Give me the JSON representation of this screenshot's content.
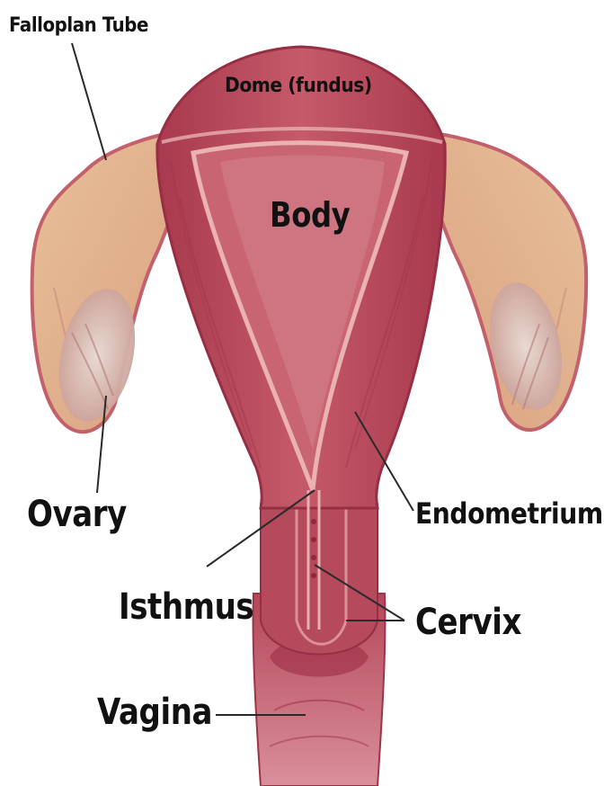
{
  "labels": {
    "fallopian_tube": "Falloplan Tube",
    "fundus": "Dome (fundus)",
    "body": "Body",
    "ovary": "Ovary",
    "endometrium": "Endometrium",
    "isthmus": "Isthmus",
    "cervix": "Cervix",
    "vagina": "Vagina"
  },
  "colors": {
    "tissue": "#b8455a",
    "tissue_light": "#d98a92",
    "cavity": "#c9606e",
    "tube": "#e2a88f",
    "ovary": "#d9c2b8",
    "leader_line": "#2a2a2a"
  }
}
